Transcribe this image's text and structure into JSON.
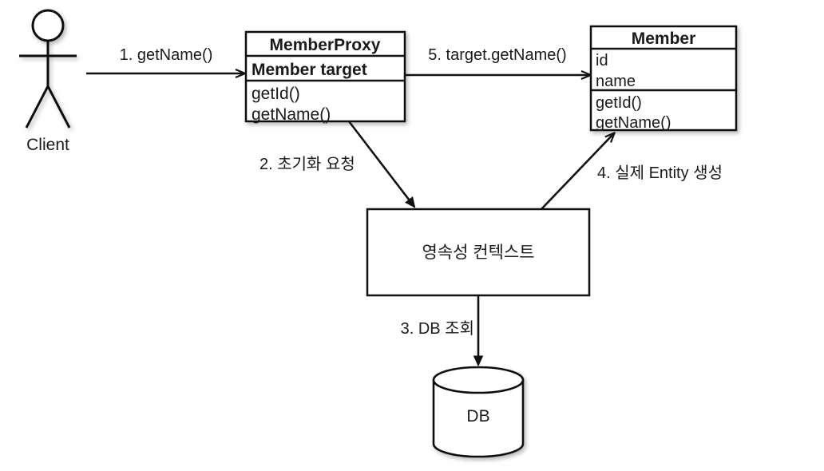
{
  "diagram": {
    "title": "JPA Proxy lazy loading sequence diagram",
    "background_color": "#ffffff",
    "stroke_color": "#111111"
  },
  "actor": {
    "name": "stick-figure-actor",
    "label": "Client"
  },
  "classes": [
    {
      "id": "member-proxy",
      "title": "MemberProxy",
      "fields": [
        "Member target"
      ],
      "methods": [
        "getId()",
        "getName()"
      ]
    },
    {
      "id": "member",
      "title": "Member",
      "fields": [
        "id",
        "name"
      ],
      "methods": [
        "getId()",
        "getName()"
      ]
    }
  ],
  "nodes": [
    {
      "id": "persistence-context",
      "label": "영속성 컨텍스트"
    },
    {
      "id": "database",
      "label": "DB"
    }
  ],
  "edges": [
    {
      "id": "edge-1",
      "label": "1. getName()"
    },
    {
      "id": "edge-2",
      "label": "2. 초기화 요청"
    },
    {
      "id": "edge-3",
      "label": "3. DB 조회"
    },
    {
      "id": "edge-4",
      "label": "4. 실제 Entity 생성"
    },
    {
      "id": "edge-5",
      "label": "5. target.getName()"
    }
  ]
}
